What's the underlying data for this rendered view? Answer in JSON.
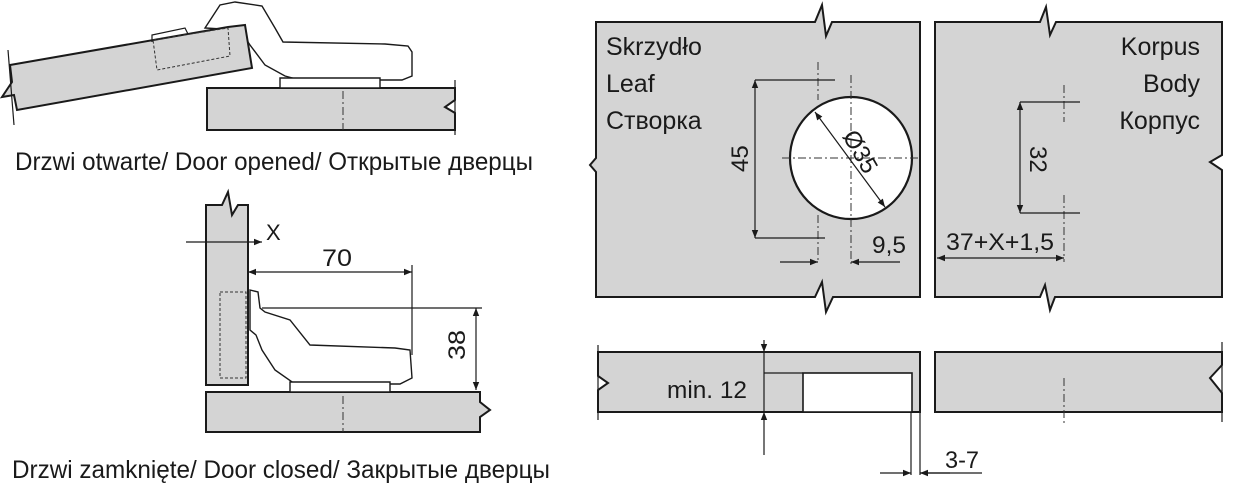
{
  "captions": {
    "door_opened": "Drzwi otwarte/ Door opened/ Открытые дверцы",
    "door_closed": "Drzwi zamknięte/ Door closed/ Закрытые  дверцы"
  },
  "labels": {
    "leaf": [
      "Skrzydło",
      "Leaf",
      "Створка"
    ],
    "body": [
      "Korpus",
      "Body",
      "Корпус"
    ]
  },
  "dimensions": {
    "gap_x": "X",
    "cup_offset": "70",
    "height": "38",
    "hole_spacing": "45",
    "cup_diameter": "Ø35",
    "edge_distance": "9,5",
    "plate_spacing": "32",
    "plate_offset": "37+X+1,5",
    "min_thickness": "min. 12",
    "drill_depth_gap": "3-7"
  },
  "colors": {
    "panel": "#d4d4d4",
    "line": "#1a1a1a"
  }
}
